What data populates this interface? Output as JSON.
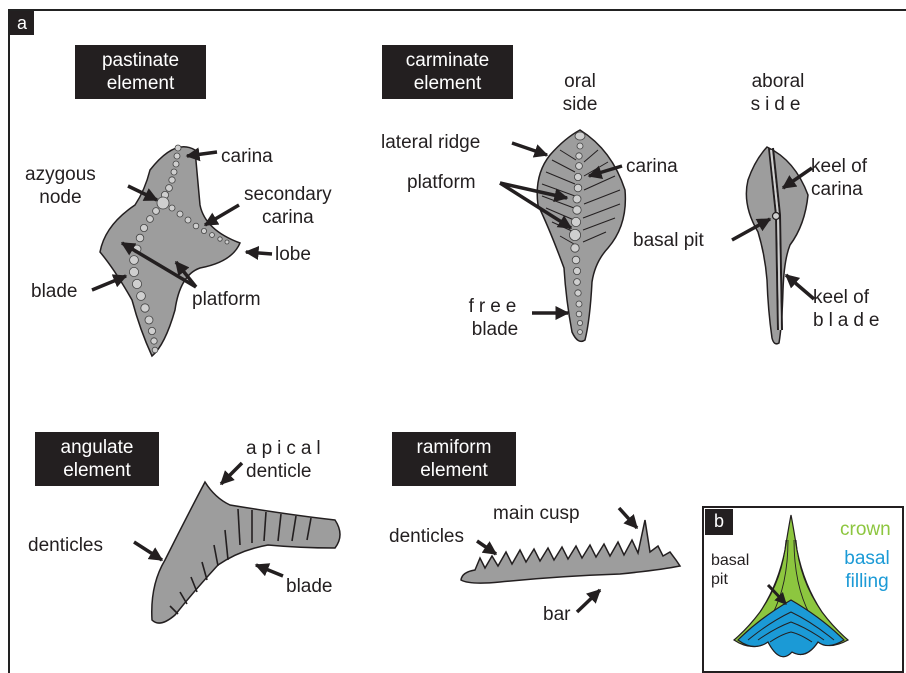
{
  "panels": {
    "a": "a",
    "b": "b"
  },
  "pastinate": {
    "title_line1": "pastinate",
    "title_line2": "element",
    "carina": "carina",
    "azygous_line1": "azygous",
    "azygous_line2": "node",
    "secondary_line1": "secondary",
    "secondary_line2": "carina",
    "lobe": "lobe",
    "blade": "blade",
    "platform": "platform"
  },
  "carminate": {
    "title_line1": "carminate",
    "title_line2": "element",
    "oral_line1": "oral",
    "oral_line2": "side",
    "aboral_line1": "aboral",
    "aboral_line2": "side",
    "lateral_ridge": "lateral ridge",
    "carina": "carina",
    "platform": "platform",
    "free_blade_line1": "free",
    "free_blade_line2": "blade",
    "keel_carina_line1": "keel of",
    "keel_carina_line2": "carina",
    "basal_pit": "basal pit",
    "keel_blade_line1": "keel of",
    "keel_blade_line2": "blade"
  },
  "angulate": {
    "title_line1": "angulate",
    "title_line2": "element",
    "apical_line1": "apical",
    "apical_line2": "denticle",
    "denticles": "denticles",
    "blade": "blade"
  },
  "ramiform": {
    "title_line1": "ramiform",
    "title_line2": "element",
    "main_cusp": "main cusp",
    "denticles": "denticles",
    "bar": "bar"
  },
  "inset": {
    "basal_pit_line1": "basal",
    "basal_pit_line2": "pit",
    "crown": "crown",
    "basal_filling_line1": "basal",
    "basal_filling_line2": "filling",
    "crown_color": "#8dc63f",
    "filling_color": "#1b9ad6"
  }
}
